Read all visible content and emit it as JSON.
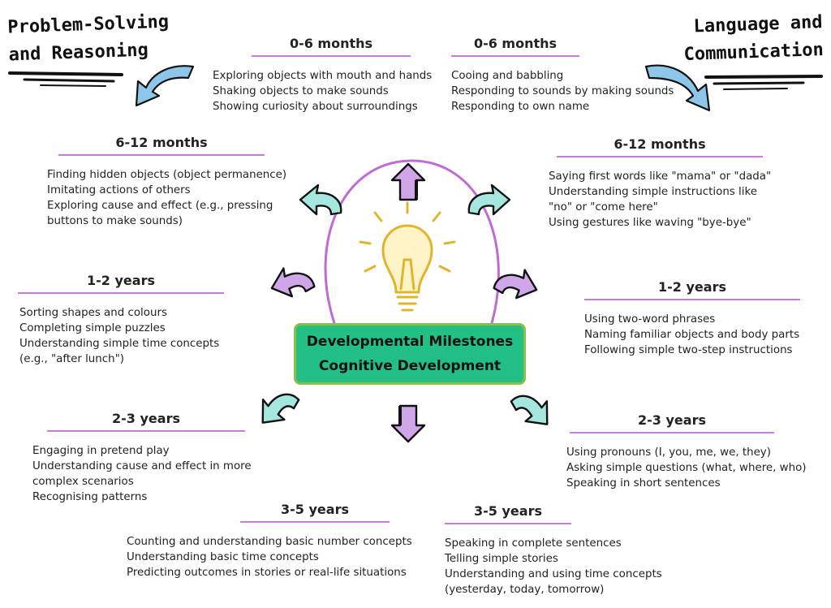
{
  "corners": {
    "left": {
      "line1": "Problem-Solving",
      "line2": "and Reasoning"
    },
    "right": {
      "line1": "Language and",
      "line2": "Communication"
    }
  },
  "center": {
    "line1": "Developmental Milestones",
    "line2": "Cognitive Development"
  },
  "colors": {
    "center_fill": "#22c084",
    "center_border": "#8bbf4a",
    "arrow_purple": "#cfa7e8",
    "arrow_teal": "#a5e6df",
    "arrow_blue": "#8ec6ea",
    "underline": "#c77dd9",
    "bulb": "#f3d24e"
  },
  "icons": [
    "lightbulb-icon",
    "curved-arrow-icon",
    "block-arrow-icon"
  ],
  "left": [
    {
      "heading": "0-6 months",
      "items": [
        "Exploring objects with mouth and hands",
        "Shaking objects to make sounds",
        "Showing curiosity about surroundings"
      ]
    },
    {
      "heading": "6-12 months",
      "items": [
        "Finding hidden objects (object permanence)",
        "Imitating actions of others",
        "Exploring cause and effect (e.g., pressing",
        "buttons to make sounds)"
      ]
    },
    {
      "heading": "1-2 years",
      "items": [
        "Sorting shapes and colours",
        "Completing simple puzzles",
        "Understanding simple time concepts",
        "(e.g., \"after lunch\")"
      ]
    },
    {
      "heading": "2-3 years",
      "items": [
        "Engaging in pretend play",
        "Understanding cause and effect in more",
        "complex scenarios",
        "Recognising patterns"
      ]
    },
    {
      "heading": "3-5 years",
      "items": [
        "Counting and understanding basic number concepts",
        "Understanding basic time concepts",
        "Predicting outcomes in stories or real-life situations"
      ]
    }
  ],
  "right": [
    {
      "heading": "0-6 months",
      "items": [
        "Cooing and babbling",
        "Responding to sounds by making sounds",
        "Responding to own name"
      ]
    },
    {
      "heading": "6-12 months",
      "items": [
        "Saying first words like \"mama\" or \"dada\"",
        "Understanding simple instructions like",
        "\"no\" or \"come here\"",
        "Using gestures like waving \"bye-bye\""
      ]
    },
    {
      "heading": "1-2 years",
      "items": [
        "Using two-word phrases",
        "Naming familiar objects and body parts",
        "Following simple two-step instructions"
      ]
    },
    {
      "heading": "2-3 years",
      "items": [
        "Using pronouns (I, you, me, we, they)",
        "Asking simple questions (what, where, who)",
        "Speaking in short sentences"
      ]
    },
    {
      "heading": "3-5 years",
      "items": [
        "Speaking in complete sentences",
        "Telling simple stories",
        "Understanding and using time concepts",
        "(yesterday, today, tomorrow)"
      ]
    }
  ]
}
